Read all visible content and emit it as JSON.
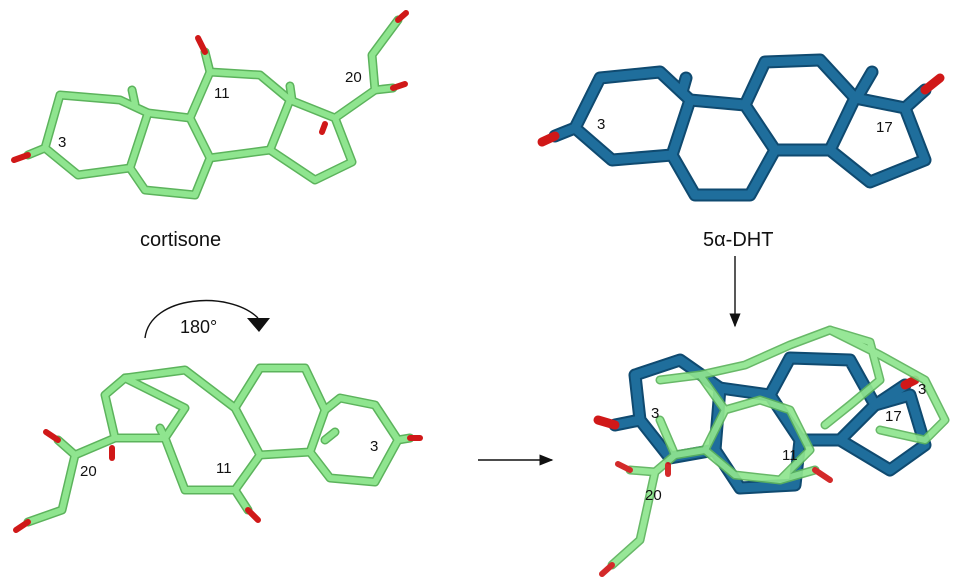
{
  "colors": {
    "cortisone_bond": "#8fe58f",
    "cortisone_edge": "#5cb35c",
    "dht_bond": "#1f6e9c",
    "dht_edge": "#0f4a70",
    "oxygen": "#d01818",
    "arrow": "#111111"
  },
  "panels": {
    "cortisone": {
      "caption": "cortisone",
      "labels": {
        "c3": "3",
        "c11": "11",
        "c20": "20"
      }
    },
    "dht": {
      "caption": "5α-DHT",
      "labels": {
        "c3": "3",
        "c17": "17"
      }
    },
    "rotated": {
      "rotation_label": "180°",
      "labels": {
        "c3": "3",
        "c11": "11",
        "c20": "20"
      }
    },
    "overlay": {
      "labels": {
        "c3_dht": "3",
        "c3_cort": "3",
        "c11": "11",
        "c17": "17",
        "c20": "20"
      }
    }
  }
}
